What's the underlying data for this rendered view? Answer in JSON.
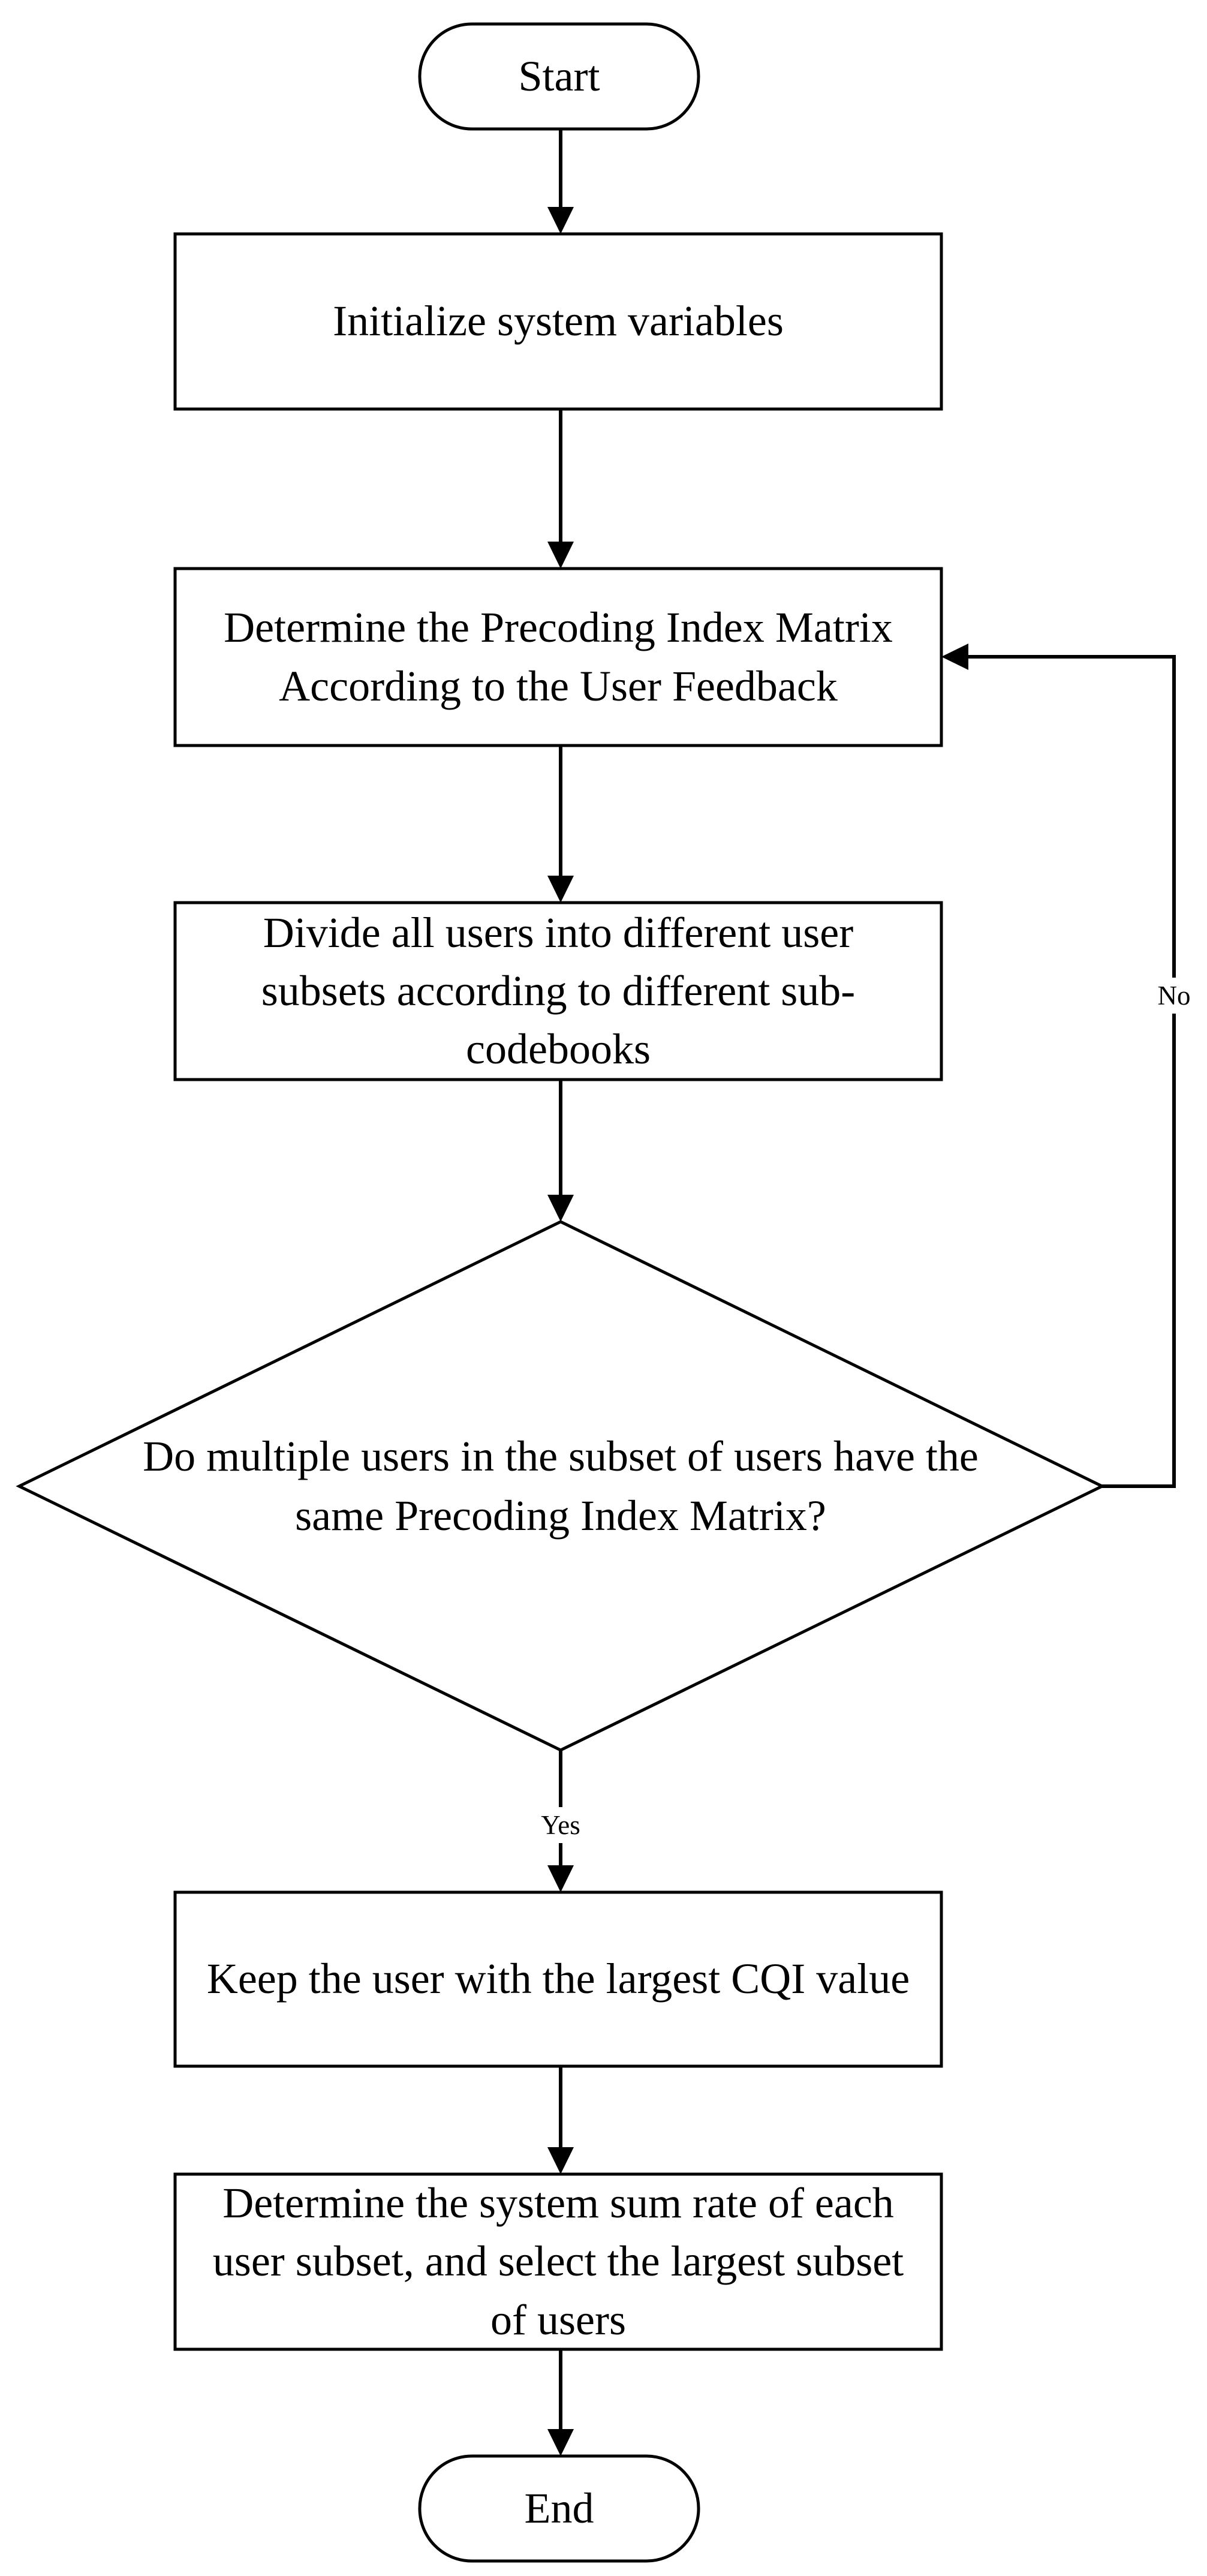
{
  "flowchart": {
    "start": "Start",
    "end": "End",
    "step1": "Initialize system variables",
    "step2": "Determine the Precoding Index Matrix According to the User Feedback",
    "step3": "Divide all users into different user subsets according to different sub-codebooks",
    "decision": "Do multiple users in the subset of users have the same Precoding Index Matrix?",
    "step4": "Keep the user with the largest CQI value",
    "step5": "Determine the system sum rate of each user subset, and select the largest subset of users",
    "yes_label": "Yes",
    "no_label": "No"
  }
}
